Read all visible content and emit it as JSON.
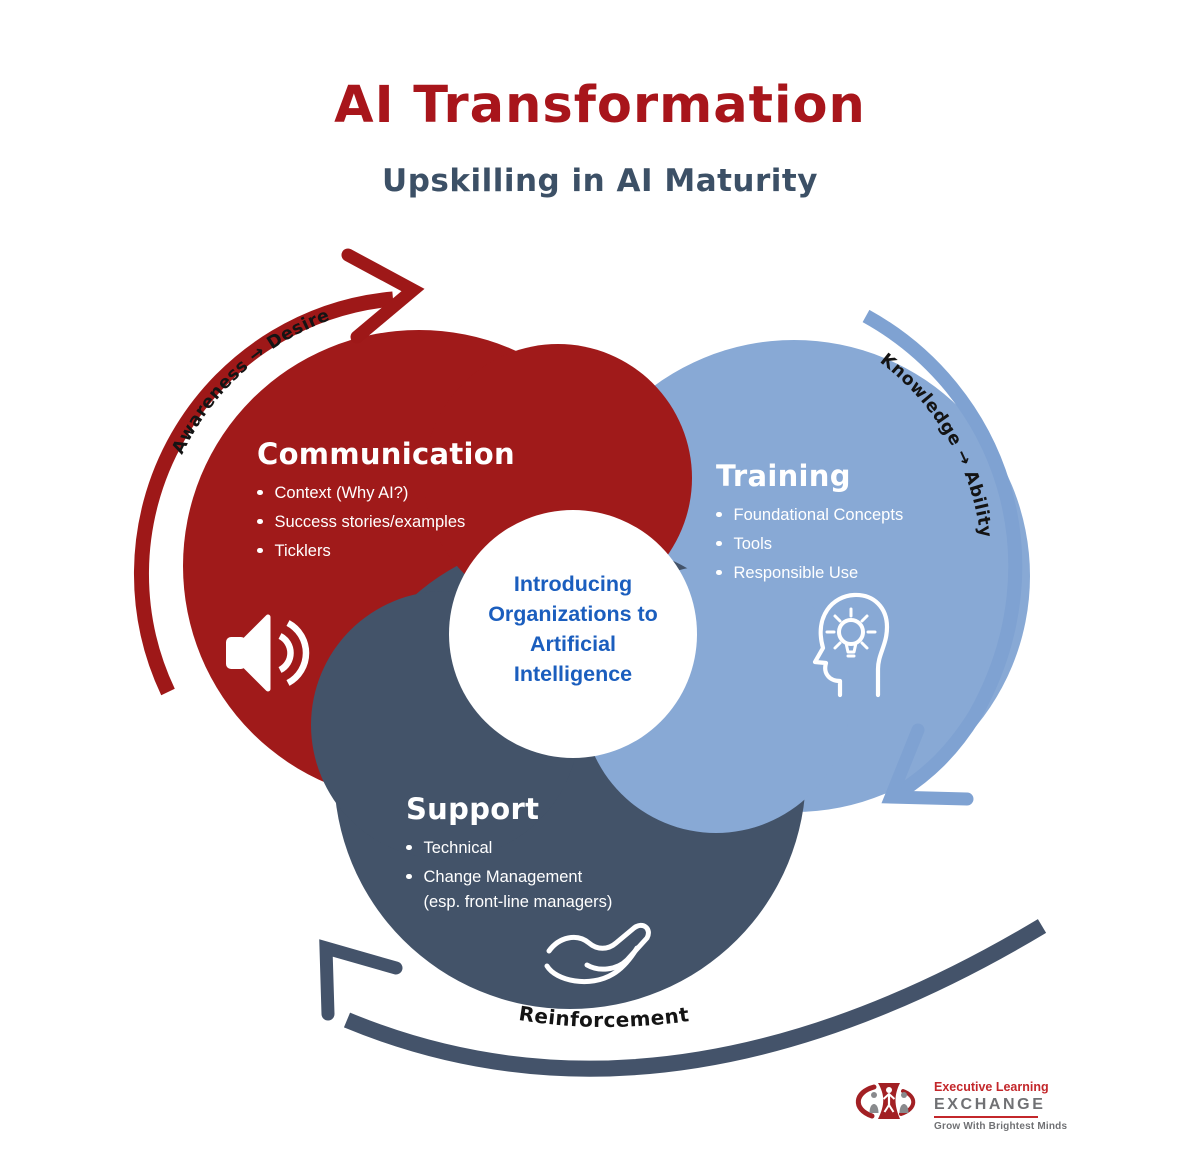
{
  "header": {
    "title": "AI Transformation",
    "subtitle": "Upskilling in AI Maturity",
    "title_color": "#A8151B",
    "subtitle_color": "#3C5066"
  },
  "petals": {
    "communication": {
      "title": "Communication",
      "bullets": [
        "Context (Why AI?)",
        "Success stories/examples",
        "Ticklers"
      ],
      "color": "#A01A1A",
      "icon": "speaker-icon"
    },
    "training": {
      "title": "Training",
      "bullets": [
        "Foundational Concepts",
        "Tools",
        "Responsible Use"
      ],
      "color": "#88A9D5",
      "icon": "head-lightbulb-icon"
    },
    "support": {
      "title": "Support",
      "bullets": [
        "Technical",
        "Change Management"
      ],
      "bullet_note": "(esp. front-line managers)",
      "color": "#435369",
      "icon": "helping-hand-icon"
    }
  },
  "center": {
    "lines": [
      "Introducing",
      "Organizations to",
      "Artificial",
      "Intelligence"
    ],
    "text_color": "#1B5EBE"
  },
  "arrows": [
    {
      "id": "awareness-desire",
      "label": "Awareness → Desire",
      "color": "#9E1818"
    },
    {
      "id": "knowledge-ability",
      "label": "Knowledge → Ability",
      "color": "#7FA2D2"
    },
    {
      "id": "reinforcement",
      "label": "Reinforcement",
      "color": "#44536A"
    }
  ],
  "logo": {
    "line1": "Executive Learning",
    "line2": "EXCHANGE",
    "tagline": "Grow With Brightest Minds",
    "accent_color": "#C3272B",
    "gray_color": "#707174"
  }
}
